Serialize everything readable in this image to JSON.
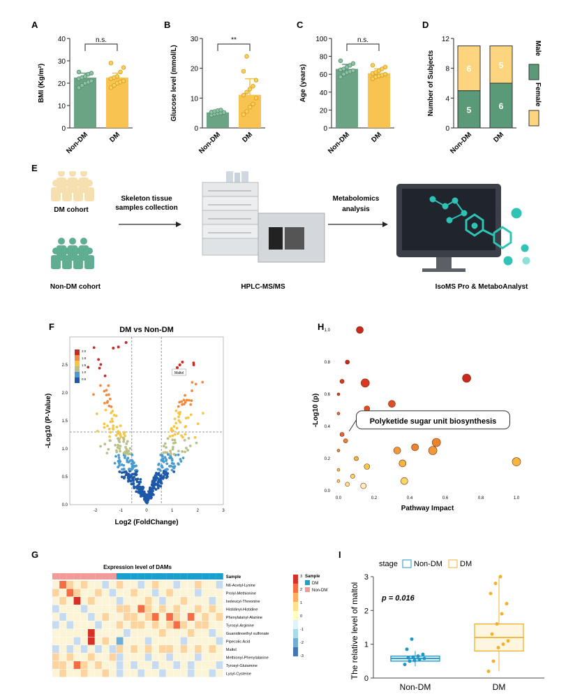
{
  "colors": {
    "nondm": "#5b9a78",
    "dm": "#f8bd3f",
    "nondm_box": "#1f95c8",
    "dm_box": "#f0b22b"
  },
  "panel_letters": {
    "A": "A",
    "B": "B",
    "C": "C",
    "D": "D",
    "E": "E",
    "F": "F",
    "G": "G",
    "H": "H",
    "I": "I"
  },
  "chart_data": [
    {
      "id": "A",
      "type": "bar",
      "categories": [
        "Non-DM",
        "DM"
      ],
      "values": [
        22.5,
        22.5
      ],
      "ylabel": "BMI (Kg/m²)",
      "ylim": [
        0,
        40
      ],
      "yticks": [
        "0",
        "10",
        "20",
        "30",
        "40"
      ],
      "significance": "n.s.",
      "points": [
        [
          18,
          19,
          20,
          20.5,
          21,
          22,
          22.5,
          23,
          24,
          24.5,
          25
        ],
        [
          18,
          19,
          20,
          20.5,
          21,
          22,
          22.5,
          23,
          25,
          27,
          29
        ]
      ]
    },
    {
      "id": "B",
      "type": "bar",
      "categories": [
        "Non-DM",
        "DM"
      ],
      "values": [
        5.2,
        11.1
      ],
      "errors": [
        0.4,
        5.4
      ],
      "ylabel": "Glucose level (mmol/L)",
      "ylim": [
        0,
        30
      ],
      "yticks": [
        "0",
        "10",
        "20",
        "30"
      ],
      "significance": "**",
      "points": [
        [
          4.3,
          4.6,
          4.8,
          5,
          5.2,
          5.3,
          5.5,
          5.8,
          6
        ],
        [
          4.5,
          5.5,
          7,
          8,
          10,
          11,
          12,
          13,
          14,
          16,
          19,
          24
        ]
      ]
    },
    {
      "id": "C",
      "type": "bar",
      "categories": [
        "Non-DM",
        "DM"
      ],
      "values": [
        66,
        61
      ],
      "ylabel": "Age (years)",
      "ylim": [
        0,
        100
      ],
      "yticks": [
        "0",
        "20",
        "40",
        "60",
        "80",
        "100"
      ],
      "significance": "n.s.",
      "points": [
        [
          57,
          60,
          62,
          63,
          64,
          65,
          66,
          68,
          70,
          72,
          75
        ],
        [
          55,
          57,
          58,
          59,
          60,
          61,
          62,
          64,
          66,
          68,
          70
        ]
      ]
    },
    {
      "id": "D",
      "type": "bar",
      "stacked": true,
      "categories": [
        "Non-DM",
        "DM"
      ],
      "series": [
        {
          "name": "Male",
          "values": [
            5,
            6
          ]
        },
        {
          "name": "Female",
          "values": [
            6,
            5
          ]
        }
      ],
      "ylabel": "Number of Subjects",
      "ylim": [
        0,
        12
      ],
      "yticks": [
        "0",
        "4",
        "8",
        "12"
      ]
    },
    {
      "id": "F",
      "type": "scatter",
      "title": "DM vs Non-DM",
      "xlabel": "Log2 (FoldChange)",
      "ylabel": "-Log10 (P-Value)",
      "xlim": [
        -3,
        3
      ],
      "ylim": [
        0,
        3
      ],
      "xticks": [
        "-2",
        "-1",
        "0",
        "1",
        "2",
        "3"
      ],
      "yticks": [
        "0.0",
        "0.5",
        "1.0",
        "1.5",
        "2.0",
        "2.5"
      ],
      "legend_ticks": [
        "2.0",
        "1.8",
        "1.5",
        "1.0",
        "0.5"
      ],
      "annotation": "Maltol"
    },
    {
      "id": "H",
      "type": "scatter",
      "xlabel": "Pathway Impact",
      "ylabel": "-Log10 (p)",
      "xlim": [
        0,
        1
      ],
      "ylim": [
        0,
        1
      ],
      "xticks": [
        "0.0",
        "0.2",
        "0.4",
        "0.6",
        "0.8",
        "1.0"
      ],
      "yticks": [
        "0.0",
        "0.2",
        "0.4",
        "0.6",
        "0.8",
        "1.0"
      ],
      "annotation": "Polyketide sugar unit biosynthesis",
      "points": [
        {
          "x": 0.12,
          "y": 1.0,
          "r": 5,
          "c": "#c8281e"
        },
        {
          "x": 0.05,
          "y": 0.8,
          "r": 3,
          "c": "#c8281e"
        },
        {
          "x": 0.02,
          "y": 0.68,
          "r": 3,
          "c": "#d93a22"
        },
        {
          "x": 0.15,
          "y": 0.67,
          "r": 6,
          "c": "#d93a22"
        },
        {
          "x": 0.72,
          "y": 0.7,
          "r": 6,
          "c": "#c8281e"
        },
        {
          "x": 0.0,
          "y": 0.6,
          "r": 2,
          "c": "#d93a22"
        },
        {
          "x": 0.3,
          "y": 0.54,
          "r": 5,
          "c": "#de4e24"
        },
        {
          "x": 0.16,
          "y": 0.51,
          "r": 4,
          "c": "#de4e24"
        },
        {
          "x": 0.0,
          "y": 0.48,
          "r": 2,
          "c": "#e26a2a"
        },
        {
          "x": 0.02,
          "y": 0.35,
          "r": 3,
          "c": "#e26a2a"
        },
        {
          "x": 0.04,
          "y": 0.31,
          "r": 3,
          "c": "#e9852f"
        },
        {
          "x": 0.0,
          "y": 0.25,
          "r": 2,
          "c": "#e9852f"
        },
        {
          "x": 0.55,
          "y": 0.3,
          "r": 6,
          "c": "#e9852f"
        },
        {
          "x": 0.43,
          "y": 0.27,
          "r": 5,
          "c": "#e9852f"
        },
        {
          "x": 0.33,
          "y": 0.25,
          "r": 5,
          "c": "#ee9a37"
        },
        {
          "x": 0.53,
          "y": 0.25,
          "r": 6,
          "c": "#ee9a37"
        },
        {
          "x": 0.1,
          "y": 0.2,
          "r": 3,
          "c": "#f2b540"
        },
        {
          "x": 0.36,
          "y": 0.17,
          "r": 5,
          "c": "#f2b540"
        },
        {
          "x": 1.0,
          "y": 0.18,
          "r": 6,
          "c": "#f2b540"
        },
        {
          "x": 0.16,
          "y": 0.15,
          "r": 4,
          "c": "#f5c84a"
        },
        {
          "x": 0.0,
          "y": 0.13,
          "r": 2,
          "c": "#f5c84a"
        },
        {
          "x": 0.08,
          "y": 0.09,
          "r": 3,
          "c": "#f7d860"
        },
        {
          "x": 0.0,
          "y": 0.06,
          "r": 2,
          "c": "#f7d860"
        },
        {
          "x": 0.37,
          "y": 0.06,
          "r": 5,
          "c": "#f7d860"
        },
        {
          "x": 0.05,
          "y": 0.04,
          "r": 3,
          "c": "#fae68e"
        },
        {
          "x": 0.14,
          "y": 0.03,
          "r": 4,
          "c": "#faf0c0"
        }
      ]
    },
    {
      "id": "I",
      "type": "box",
      "categories": [
        "Non-DM",
        "DM"
      ],
      "ylabel": "The relative level of  maltol",
      "legend_title": "stage",
      "ylim": [
        0,
        3
      ],
      "yticks": [
        "0",
        "1",
        "2",
        "3"
      ],
      "annotation": "p = 0.016",
      "boxes": [
        {
          "min": 0.35,
          "q1": 0.5,
          "median": 0.58,
          "q3": 0.65,
          "max": 0.8
        },
        {
          "min": 0.2,
          "q1": 0.8,
          "median": 1.2,
          "q3": 1.6,
          "max": 3.0
        }
      ],
      "points": [
        [
          0.4,
          0.5,
          0.52,
          0.55,
          0.58,
          0.6,
          0.62,
          0.65,
          0.7,
          0.85,
          1.15
        ],
        [
          0.2,
          0.5,
          0.9,
          1.0,
          1.1,
          1.3,
          1.6,
          1.9,
          2.2,
          2.5,
          2.8,
          3.0
        ]
      ]
    }
  ],
  "workflow": {
    "dm_cohort": "DM cohort",
    "nondm_cohort": "Non-DM cohort",
    "step1_line1": "Skeleton tissue",
    "step1_line2": "samples collection",
    "step2_line1": "Metabolomics",
    "step2_line2": "analysis",
    "instrument": "HPLC-MS/MS",
    "software": "IsoMS Pro & MetaboAnalyst"
  },
  "heatmap": {
    "title": "Expression level of DAMs",
    "sample_label": "Sample",
    "legend_title": "Sample",
    "legend_dm": "DM",
    "legend_nondm": "Non-DM",
    "scale_ticks": [
      "3",
      "2",
      "1",
      "0",
      "-1",
      "-2",
      "-3"
    ],
    "rows": [
      "N6-Acetyl-Lysine",
      "Prolyl-Methionine",
      "Isoleucyl-Threonine",
      "Histidinyl-Histidine",
      "Phenylalanyl-Alanine",
      "Tyrosyl-Arginine",
      "Guanidinoethyl sulfonate",
      "Pipecolic Acid",
      "Maltol",
      "Methionyl-Phenylalanine",
      "Tyrosyl-Glutamine",
      "Lysyl-Cysteine"
    ],
    "cells": [
      [
        0,
        2,
        1,
        0,
        1,
        0,
        0,
        -1,
        0,
        1,
        0,
        0,
        -1,
        0,
        1,
        0,
        0,
        -1,
        0,
        0,
        1,
        0,
        0,
        -1
      ],
      [
        1,
        0,
        2,
        1,
        0,
        0,
        1,
        0,
        -1,
        0,
        0,
        1,
        0,
        0,
        -1,
        0,
        1,
        0,
        0,
        0,
        -1,
        0,
        0,
        0
      ],
      [
        0,
        1,
        0,
        3,
        0,
        1,
        0,
        0,
        0,
        -1,
        0,
        0,
        0,
        1,
        0,
        -1,
        0,
        0,
        1,
        0,
        0,
        0,
        -1,
        0
      ],
      [
        -1,
        0,
        0,
        0,
        -1,
        0,
        0,
        0,
        0,
        1,
        1,
        0,
        2,
        1,
        0,
        1,
        0,
        1,
        0,
        0,
        1,
        0,
        1,
        0
      ],
      [
        0,
        -1,
        0,
        0,
        0,
        -1,
        0,
        1,
        0,
        0,
        1,
        1,
        0,
        1,
        2,
        0,
        2,
        1,
        0,
        2,
        0,
        1,
        0,
        1
      ],
      [
        -1,
        0,
        -1,
        0,
        0,
        0,
        -1,
        0,
        0,
        1,
        0,
        1,
        1,
        0,
        1,
        0,
        1,
        2,
        1,
        0,
        1,
        1,
        0,
        0
      ],
      [
        0,
        0,
        0,
        0,
        0,
        3,
        0,
        0,
        0,
        0,
        -1,
        0,
        0,
        0,
        0,
        1,
        0,
        0,
        0,
        1,
        0,
        0,
        -1,
        0
      ],
      [
        0,
        0,
        0,
        -1,
        0,
        3,
        0,
        1,
        0,
        -2,
        0,
        0,
        0,
        -1,
        0,
        0,
        0,
        0,
        -1,
        0,
        0,
        0,
        0,
        -1
      ],
      [
        -1,
        0,
        -1,
        0,
        -1,
        0,
        -1,
        0,
        -1,
        1,
        0,
        1,
        0,
        1,
        0,
        1,
        1,
        0,
        1,
        0,
        1,
        0,
        1,
        0
      ],
      [
        1,
        0,
        1,
        0,
        0,
        1,
        0,
        0,
        1,
        -1,
        0,
        0,
        0,
        -1,
        0,
        0,
        -1,
        0,
        0,
        0,
        -1,
        0,
        0,
        0
      ],
      [
        1,
        1,
        0,
        2,
        1,
        0,
        1,
        0,
        0,
        -1,
        0,
        -1,
        0,
        0,
        -1,
        0,
        0,
        -1,
        0,
        -1,
        0,
        0,
        0,
        -1
      ],
      [
        0,
        1,
        0,
        0,
        1,
        0,
        0,
        1,
        0,
        -1,
        0,
        0,
        -1,
        0,
        0,
        -1,
        0,
        0,
        0,
        -1,
        0,
        0,
        -1,
        0
      ]
    ],
    "groups": [
      "nondm",
      "nondm",
      "nondm",
      "nondm",
      "nondm",
      "nondm",
      "nondm",
      "nondm",
      "nondm",
      "dm",
      "dm",
      "dm",
      "dm",
      "dm",
      "dm",
      "dm",
      "dm",
      "dm",
      "dm",
      "dm",
      "dm",
      "dm",
      "dm",
      "dm"
    ]
  }
}
